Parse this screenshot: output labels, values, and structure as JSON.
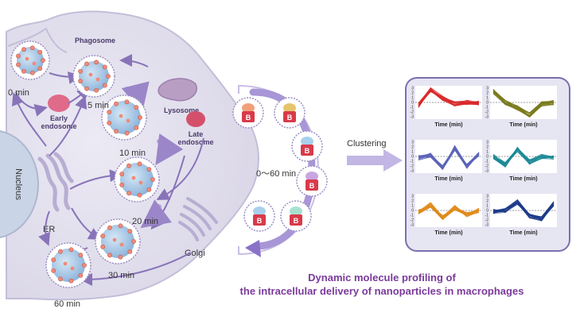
{
  "labels": {
    "phagosome": "Phagosome",
    "nucleus": "Nucleus",
    "er": "ER",
    "golgi": "Golgi",
    "lysosome": "Lysosome",
    "late_endosome": "Late\nendosome",
    "early_endosome": "Early\nendosome",
    "time_range": "0～60 min",
    "clustering": "Clustering",
    "b_marker": "B"
  },
  "timepoints": [
    "0 min",
    "5 min",
    "10 min",
    "20 min",
    "30 min",
    "60 min"
  ],
  "panels": [
    {
      "color": "#d8282a",
      "xlabel": "Time (min)"
    },
    {
      "color": "#7a7a1c",
      "xlabel": "Time (min)"
    },
    {
      "color": "#5b63b8",
      "xlabel": "Time (min)"
    },
    {
      "color": "#1c8a96",
      "xlabel": "Time (min)"
    },
    {
      "color": "#e08a1a",
      "xlabel": "Time (min)"
    },
    {
      "color": "#1c3a8a",
      "xlabel": "Time (min)"
    }
  ],
  "yticks": [
    "3",
    "2",
    "1",
    "0",
    "-1",
    "-2",
    "-3"
  ],
  "caption": {
    "line1": "Dynamic molecule profiling of",
    "line2": "the intracellular delivery of nanoparticles in macrophages"
  },
  "colors": {
    "cell_fill": "#e4e2ee",
    "membrane": "#b9b4d0",
    "arrow": "#8873b8",
    "particle": "#a9c9e6",
    "spike": "#f08a7a",
    "caption": "#7a3a9a",
    "panel_border": "#7b6fb0"
  }
}
